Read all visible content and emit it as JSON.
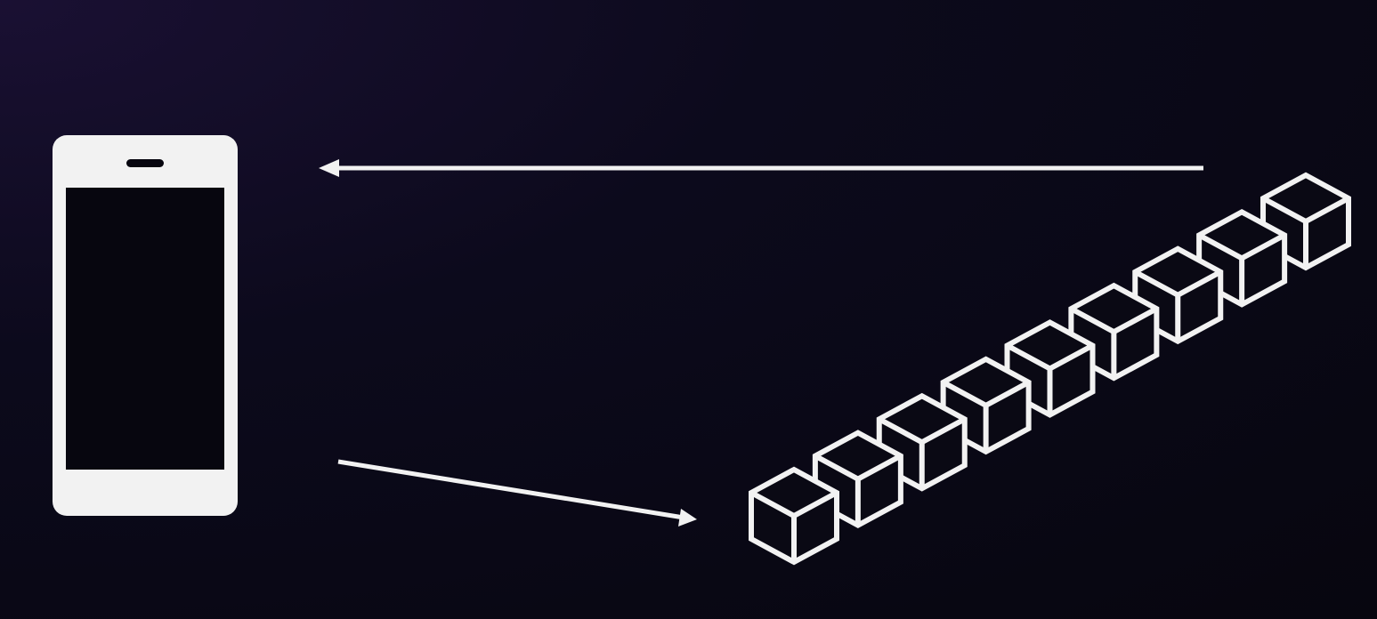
{
  "diagram": {
    "background_color": "#0b0a18",
    "stroke_color": "#f2f2f2",
    "nodes": [
      {
        "id": "phone",
        "icon": "smartphone-icon"
      },
      {
        "id": "blockchain",
        "icon": "blockchain-cubes-icon",
        "block_count": 9
      }
    ],
    "edges": [
      {
        "id": "blockchain-to-phone",
        "from": "blockchain",
        "to": "phone",
        "label": ""
      },
      {
        "id": "phone-to-blockchain",
        "from": "phone",
        "to": "blockchain",
        "label": ""
      }
    ]
  }
}
